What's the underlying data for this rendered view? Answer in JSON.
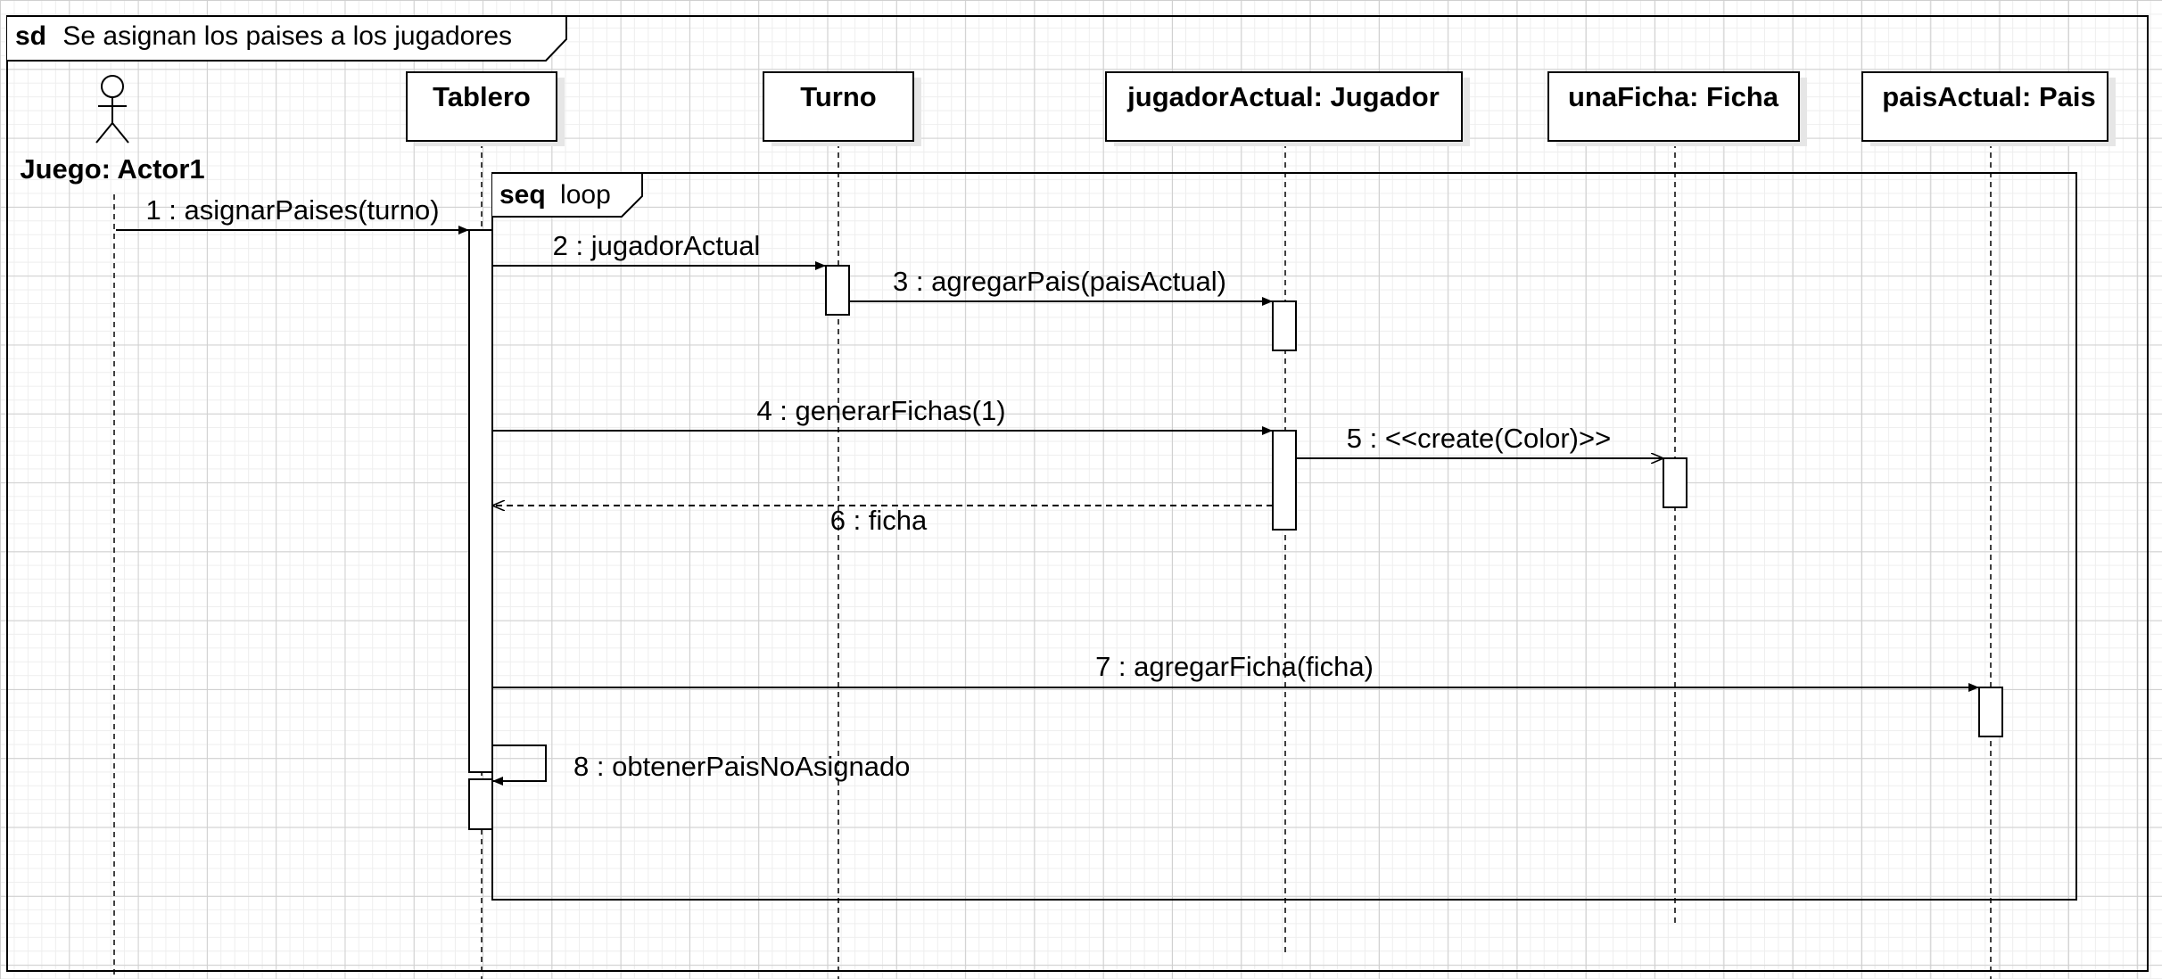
{
  "frame": {
    "keyword": "sd",
    "title": "Se asignan los paises a los jugadores"
  },
  "fragment": {
    "operator": "seq",
    "label": "loop"
  },
  "actor": {
    "name": "Juego: Actor1"
  },
  "lifelines": [
    {
      "id": "tablero",
      "label": "Tablero"
    },
    {
      "id": "turno",
      "label": "Turno"
    },
    {
      "id": "jugador",
      "label": "jugadorActual: Jugador"
    },
    {
      "id": "ficha",
      "label": "unaFicha: Ficha"
    },
    {
      "id": "pais",
      "label": "paisActual: Pais"
    }
  ],
  "messages": [
    {
      "n": 1,
      "label": "1 : asignarPaises(turno)",
      "from": "actor",
      "to": "tablero",
      "kind": "sync"
    },
    {
      "n": 2,
      "label": "2 : jugadorActual",
      "from": "tablero",
      "to": "turno",
      "kind": "sync"
    },
    {
      "n": 3,
      "label": "3 : agregarPais(paisActual)",
      "from": "turno",
      "to": "jugador",
      "kind": "sync"
    },
    {
      "n": 4,
      "label": "4 : generarFichas(1)",
      "from": "tablero",
      "to": "jugador",
      "kind": "sync"
    },
    {
      "n": 5,
      "label": "5 : <<create(Color)>>",
      "from": "jugador",
      "to": "ficha",
      "kind": "create"
    },
    {
      "n": 6,
      "label": "6 : ficha",
      "from": "jugador",
      "to": "tablero",
      "kind": "return"
    },
    {
      "n": 7,
      "label": "7 : agregarFicha(ficha)",
      "from": "tablero",
      "to": "pais",
      "kind": "sync"
    },
    {
      "n": 8,
      "label": "8 : obtenerPaisNoAsignado",
      "from": "tablero",
      "to": "tablero",
      "kind": "self"
    }
  ]
}
